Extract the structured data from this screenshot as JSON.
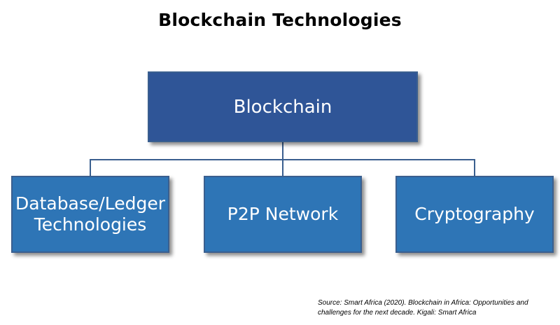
{
  "title": "Blockchain Technologies",
  "colors": {
    "root_fill": "#2f5597",
    "child_fill": "#2e75b6",
    "border": "#3a5f8f",
    "connector": "#3a5f8f",
    "text": "#ffffff"
  },
  "diagram": {
    "type": "hierarchy",
    "root": {
      "label": "Blockchain"
    },
    "children": [
      {
        "label": "Database/Ledger\nTechnologies"
      },
      {
        "label": "P2P Network"
      },
      {
        "label": "Cryptography"
      }
    ]
  },
  "source": "Source: Smart Africa (2020). Blockchain in Africa: Opportunities and challenges for the next decade. Kigali: Smart Africa"
}
